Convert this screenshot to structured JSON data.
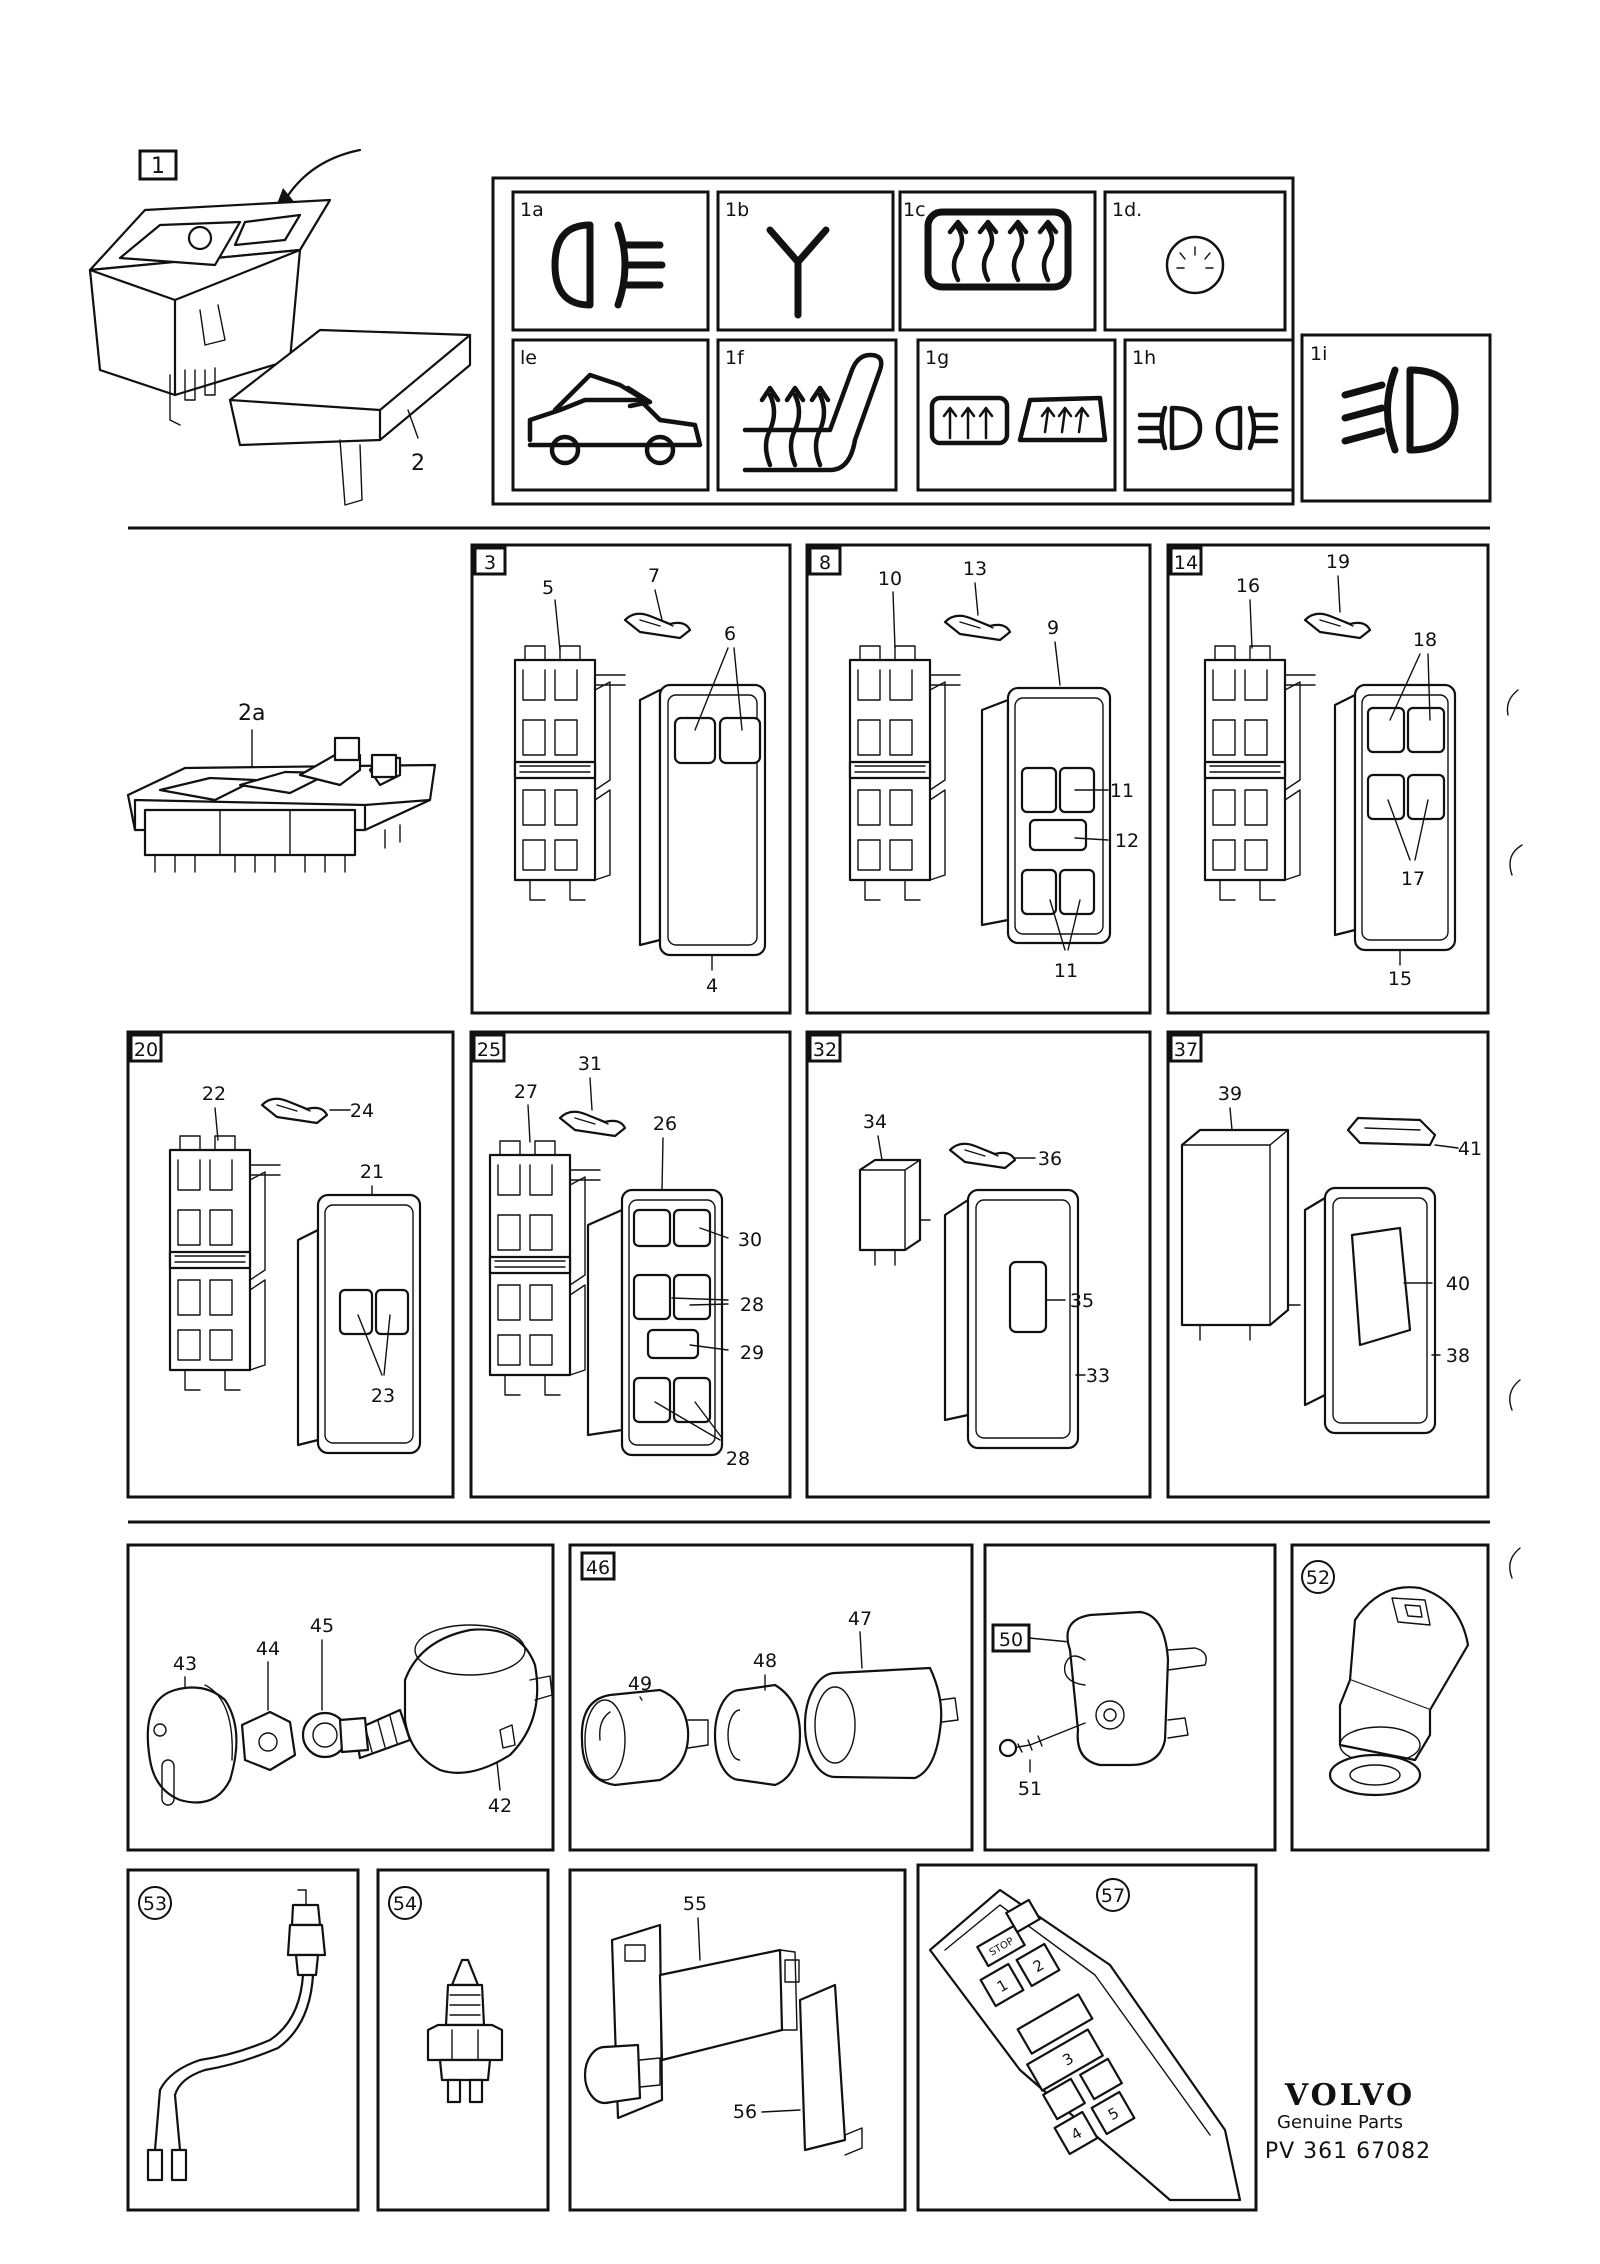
{
  "callouts": {
    "c1": "1",
    "c2": "2",
    "c2a": "2a",
    "c1a": "1a",
    "c1b": "1b",
    "c1c": "1c",
    "c1d": "1d.",
    "c1e": "le",
    "c1f": "1f",
    "c1g": "1g",
    "c1h": "1h",
    "c1i": "1i",
    "c3": "3",
    "c4": "4",
    "c5": "5",
    "c6": "6",
    "c7": "7",
    "c8": "8",
    "c9": "9",
    "c10": "10",
    "c11a": "11",
    "c11b": "11",
    "c12": "12",
    "c13": "13",
    "c14": "14",
    "c15": "15",
    "c16": "16",
    "c17": "17",
    "c18": "18",
    "c19": "19",
    "c20": "20",
    "c21": "21",
    "c22": "22",
    "c23": "23",
    "c24": "24",
    "c25": "25",
    "c26": "26",
    "c27": "27",
    "c28a": "28",
    "c28b": "28",
    "c29": "29",
    "c30": "30",
    "c31": "31",
    "c32": "32",
    "c33": "33",
    "c34": "34",
    "c35": "35",
    "c36": "36",
    "c37": "37",
    "c38": "38",
    "c39": "39",
    "c40": "40",
    "c41": "41",
    "c42": "42",
    "c43": "43",
    "c44": "44",
    "c45": "45",
    "c46": "46",
    "c47": "47",
    "c48": "48",
    "c49": "49",
    "c50": "50",
    "c51": "51",
    "c52": "52",
    "c53": "53",
    "c54": "54",
    "c55": "55",
    "c56": "56",
    "c57": "57"
  },
  "keypad": {
    "k1": "1",
    "k2": "2",
    "k3": "3",
    "k4": "4",
    "k5": "5",
    "stop": "STOP"
  },
  "brand": {
    "logo": "VOLVO",
    "line": "Genuine Parts",
    "pv": "PV 361 67082"
  }
}
